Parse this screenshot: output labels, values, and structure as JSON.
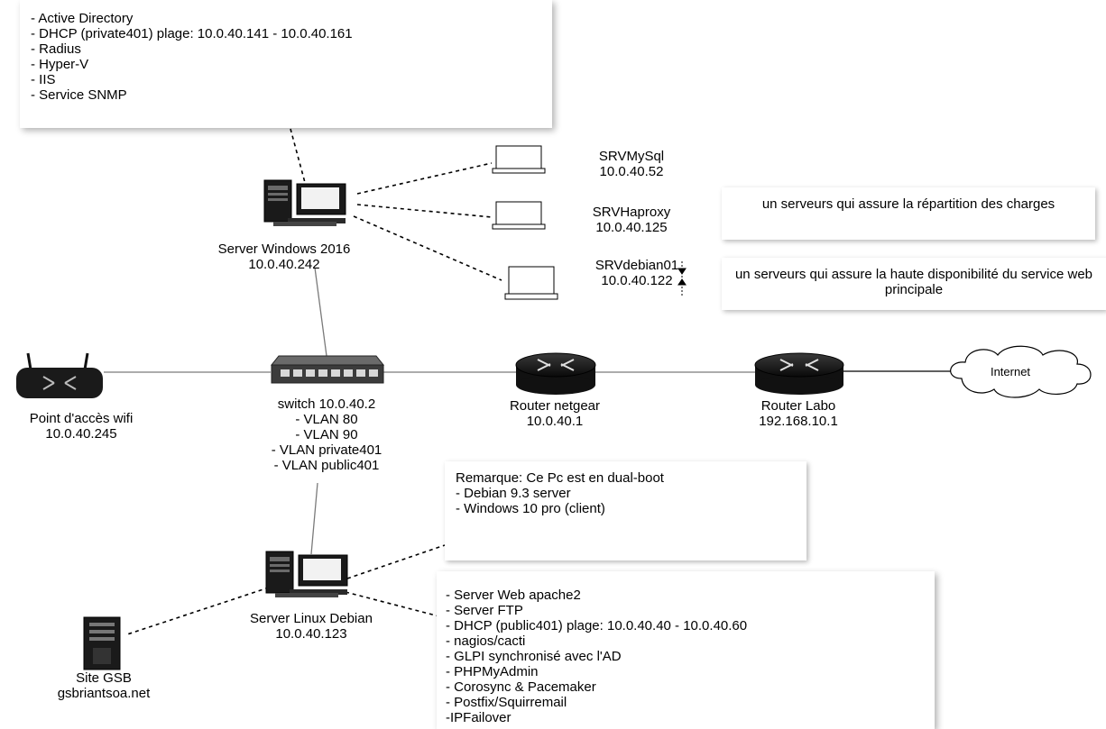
{
  "windows_roles_box": {
    "lines": [
      "- Active Directory",
      "- DHCP (private401)  plage: 10.0.40.141 - 10.0.40.161",
      "- Radius",
      "- Hyper-V",
      "- IIS",
      "- Service SNMP"
    ]
  },
  "nodes": {
    "server_windows": {
      "name": "Server Windows 2016",
      "ip": "10.0.40.242",
      "icon": "workstation-icon"
    },
    "srv_mysql": {
      "name": "SRVMySql",
      "ip": "10.0.40.52",
      "icon": "terminal-icon"
    },
    "srv_haproxy": {
      "name": "SRVHaproxy",
      "ip": "10.0.40.125",
      "icon": "terminal-icon"
    },
    "srv_debian01": {
      "name": "SRVdebian01",
      "ip": "10.0.40.122",
      "icon": "terminal-icon"
    },
    "wifi_ap": {
      "name": "Point d'accès wifi",
      "ip": "10.0.40.245",
      "icon": "wifi-router-icon"
    },
    "switch": {
      "name": "switch 10.0.40.2",
      "vlans": [
        "- VLAN 80",
        "- VLAN 90",
        "- VLAN private401",
        "- VLAN public401"
      ],
      "icon": "switch-icon"
    },
    "router_netgear": {
      "name": "Router netgear",
      "ip": "10.0.40.1",
      "icon": "router-icon"
    },
    "router_labo": {
      "name": "Router Labo",
      "ip": "192.168.10.1",
      "icon": "router-icon"
    },
    "internet": {
      "name": "Internet",
      "icon": "cloud-icon"
    },
    "server_linux": {
      "name": "Server Linux Debian",
      "ip": "10.0.40.123",
      "icon": "workstation-icon"
    },
    "site_gsb": {
      "name": "Site GSB",
      "domain": "gsbriantsoa.net",
      "icon": "server-tower-icon"
    }
  },
  "notes": {
    "haproxy_note": "un serveurs qui assure la répartition des charges",
    "debian_note": "un serveurs qui assure la haute disponibilité du service web principale",
    "dualboot_note": {
      "lines": [
        "Remarque: Ce Pc est en dual-boot",
        "- Debian 9.3 server",
        "- Windows 10 pro (client)"
      ]
    }
  },
  "linux_roles_box": {
    "lines": [
      "- Server Web apache2",
      "- Server FTP",
      "- DHCP (public401) plage: 10.0.40.40 - 10.0.40.60",
      "- nagios/cacti",
      "- GLPI synchronisé avec l'AD",
      "- PHPMyAdmin",
      "- Corosync & Pacemaker",
      "- Postfix/Squirremail",
      "-IPFailover"
    ]
  }
}
